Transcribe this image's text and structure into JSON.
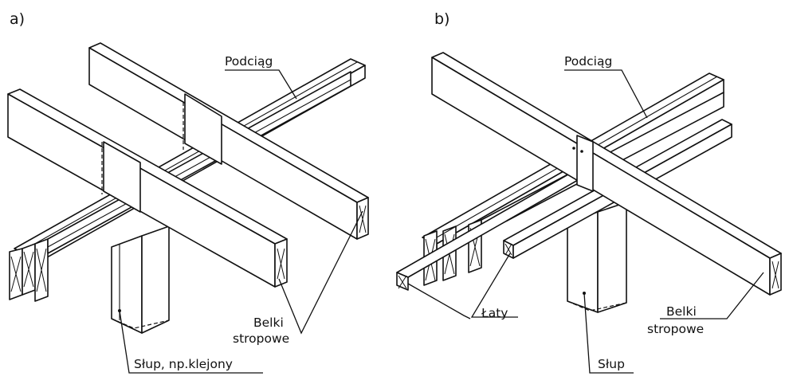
{
  "panels": [
    {
      "id": "a",
      "label": "a)",
      "callouts": {
        "girder": "Podciąg",
        "beams_line1": "Belki",
        "beams_line2": "stropowe",
        "column": "Słup, np.klejony"
      }
    },
    {
      "id": "b",
      "label": "b)",
      "callouts": {
        "girder": "Podciąg",
        "battens": "Łaty",
        "beams_line1": "Belki",
        "beams_line2": "stropowe",
        "column": "Słup"
      }
    }
  ],
  "colors": {
    "ink": "#111111",
    "paper": "#ffffff"
  }
}
